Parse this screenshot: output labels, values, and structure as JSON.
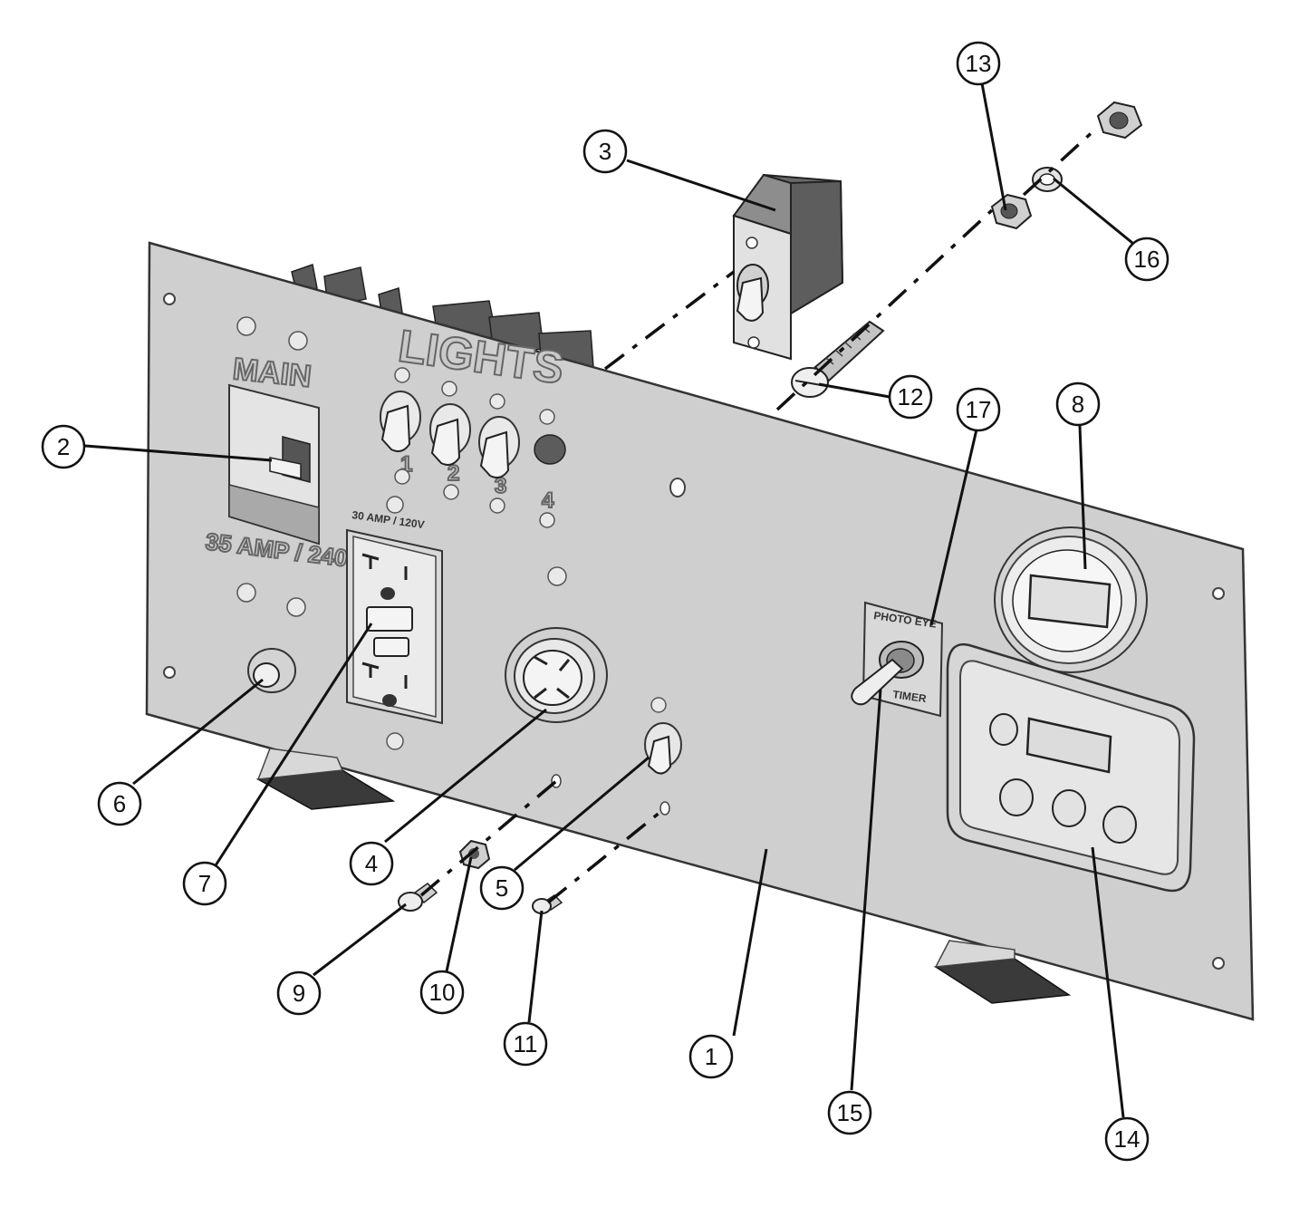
{
  "panel_labels": {
    "main": "MAIN",
    "lights": "LIGHTS",
    "main_rating": "35 AMP / 240V",
    "gfci_rating": "30 AMP / 120V",
    "switch_1": "1",
    "switch_2": "2",
    "switch_3": "3",
    "switch_4": "4",
    "photo_eye": "PHOTO EYE",
    "timer": "TIMER"
  },
  "callouts": [
    {
      "id": "c1",
      "label": "1"
    },
    {
      "id": "c2",
      "label": "2"
    },
    {
      "id": "c3",
      "label": "3"
    },
    {
      "id": "c4",
      "label": "4"
    },
    {
      "id": "c5",
      "label": "5"
    },
    {
      "id": "c6",
      "label": "6"
    },
    {
      "id": "c7",
      "label": "7"
    },
    {
      "id": "c8",
      "label": "8"
    },
    {
      "id": "c9",
      "label": "9"
    },
    {
      "id": "c10",
      "label": "10"
    },
    {
      "id": "c11",
      "label": "11"
    },
    {
      "id": "c12",
      "label": "12"
    },
    {
      "id": "c13",
      "label": "13"
    },
    {
      "id": "c14",
      "label": "14"
    },
    {
      "id": "c15",
      "label": "15"
    },
    {
      "id": "c16",
      "label": "16"
    },
    {
      "id": "c17",
      "label": "17"
    }
  ]
}
